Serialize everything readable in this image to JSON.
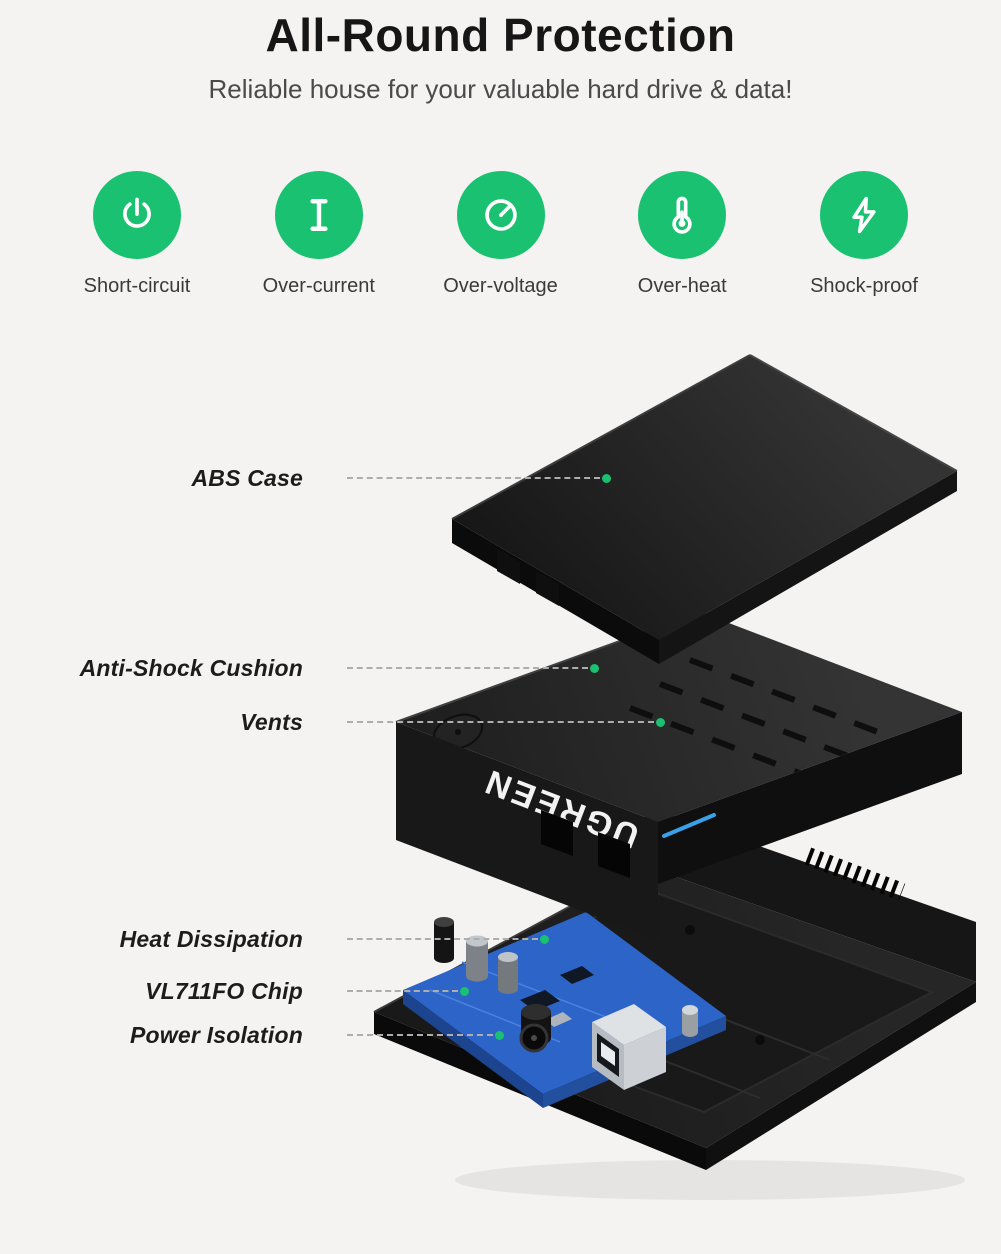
{
  "page": {
    "title": "All-Round Protection",
    "subtitle": "Reliable house for your valuable hard drive & data!"
  },
  "features": [
    {
      "label": "Short-circuit",
      "icon": "power-icon"
    },
    {
      "label": "Over-current",
      "icon": "current-icon"
    },
    {
      "label": "Over-voltage",
      "icon": "voltage-gauge-icon"
    },
    {
      "label": "Over-heat",
      "icon": "thermometer-icon"
    },
    {
      "label": "Shock-proof",
      "icon": "lightning-icon"
    }
  ],
  "callouts": [
    {
      "label": "ABS Case"
    },
    {
      "label": "Anti-Shock Cushion"
    },
    {
      "label": "Vents"
    },
    {
      "label": "Heat Dissipation"
    },
    {
      "label": "VL711FO Chip"
    },
    {
      "label": "Power Isolation"
    }
  ],
  "device": {
    "brand": "UGREEN"
  },
  "colors": {
    "accent_green": "#19c170",
    "background": "#f4f3f1",
    "pcb_blue": "#2d64c8",
    "led_blue": "#3aa0e8"
  }
}
